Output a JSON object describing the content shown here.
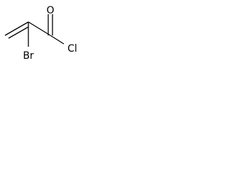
{
  "molecule": {
    "atoms": {
      "oxygen": "O",
      "chlorine": "Cl",
      "bromine": "Br"
    }
  },
  "colors": {
    "bond": "#000000",
    "label": "#000000",
    "background": "#ffffff"
  }
}
